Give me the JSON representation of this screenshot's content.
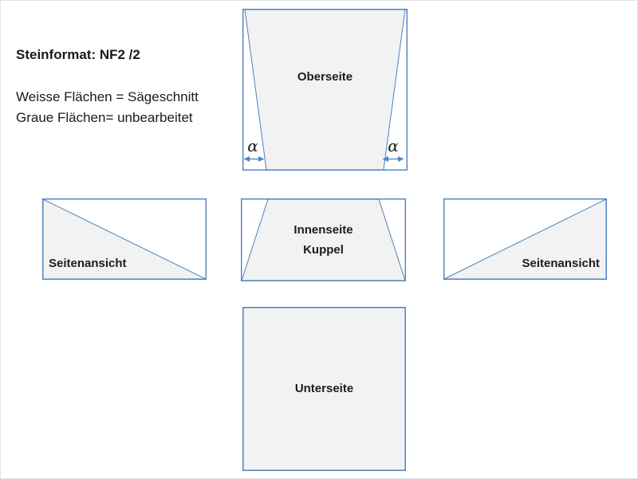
{
  "page": {
    "title": "Steinformat: NF2 /2",
    "legend": [
      "Weisse Flächen = Sägeschnitt",
      "Graue Flächen= unbearbeitet"
    ]
  },
  "colors": {
    "outline-blue": "#4f81bd",
    "arrow-blue": "#4a86c8",
    "face-gray": "#f2f2f2",
    "face-white": "#ffffff",
    "text-black": "#1b1b1b",
    "page-edge": "#e2e2e2"
  },
  "views": {
    "top": {
      "label": "Oberseite",
      "angle_symbol": "α"
    },
    "left_side": {
      "label": "Seitenansicht"
    },
    "inner": {
      "label_line1": "Innenseite",
      "label_line2": "Kuppel"
    },
    "right_side": {
      "label": "Seitenansicht"
    },
    "bottom": {
      "label": "Unterseite"
    }
  }
}
